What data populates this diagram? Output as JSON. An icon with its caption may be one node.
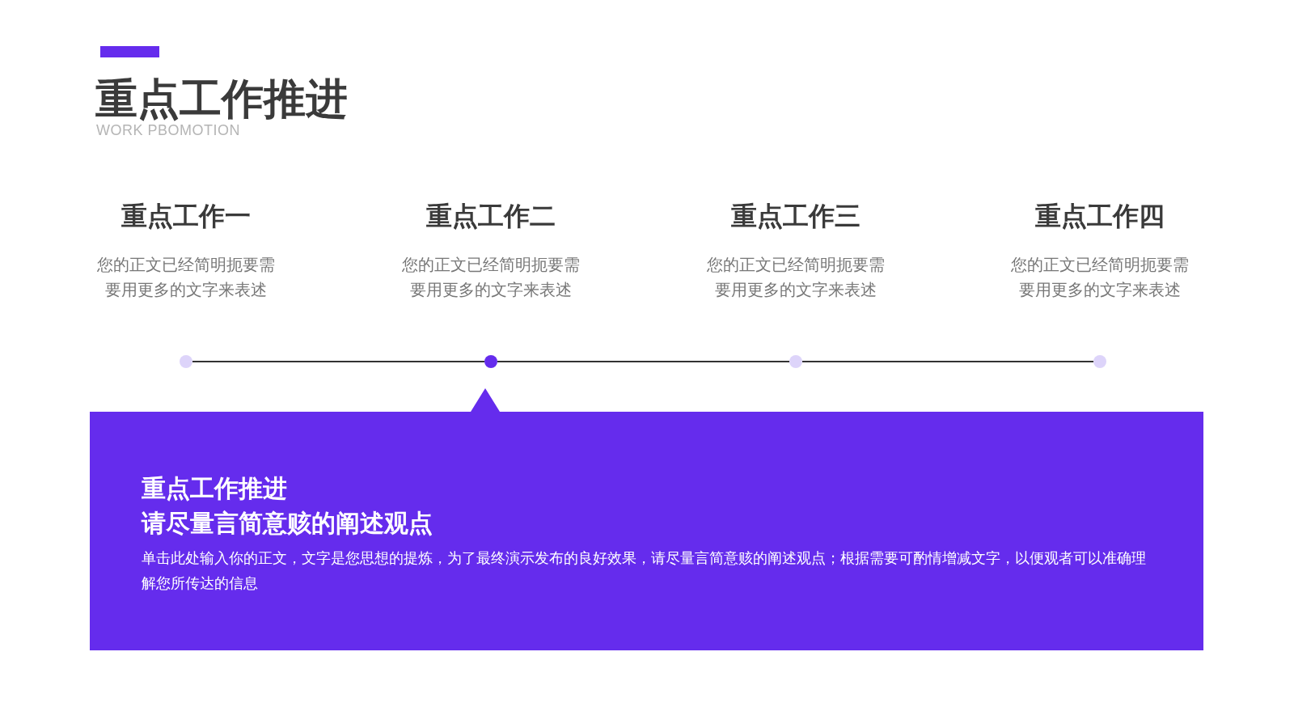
{
  "diagram": {
    "title": "重点工作推进",
    "labels": [
      "WORK PBOMOTION"
    ],
    "nodes": [
      {
        "text": [],
        "shape": "circle",
        "beside": [
          "重点工作一",
          "您的正文已经简明扼要需要用更多的文字来表述"
        ]
      },
      {
        "text": [],
        "shape": "circle",
        "beside": [
          "重点工作二",
          "您的正文已经简明扼要需要用更多的文字来表述"
        ]
      },
      {
        "text": [],
        "shape": "circle",
        "beside": [
          "重点工作三",
          "您的正文已经简明扼要需要用更多的文字来表述"
        ]
      },
      {
        "text": [],
        "shape": "circle",
        "beside": [
          "重点工作四",
          "您的正文已经简明扼要需要用更多的文字来表述"
        ]
      },
      {
        "text": [
          "重点工作推进",
          "请尽量言简意赅的阐述观点",
          "单击此处输入你的正文，文字是您思想的提炼，为了最终演示发布的良好效果，请尽量言简意赅的阐述观点；根据需要可酌情增减文字，以便观者可以准确理解您所传达的信息"
        ]
      }
    ],
    "edges": [
      {
        "from": 0,
        "to": 1,
        "arrow": "none"
      },
      {
        "from": 1,
        "to": 2,
        "arrow": "none"
      },
      {
        "from": 2,
        "to": 3,
        "arrow": "none"
      }
    ]
  }
}
